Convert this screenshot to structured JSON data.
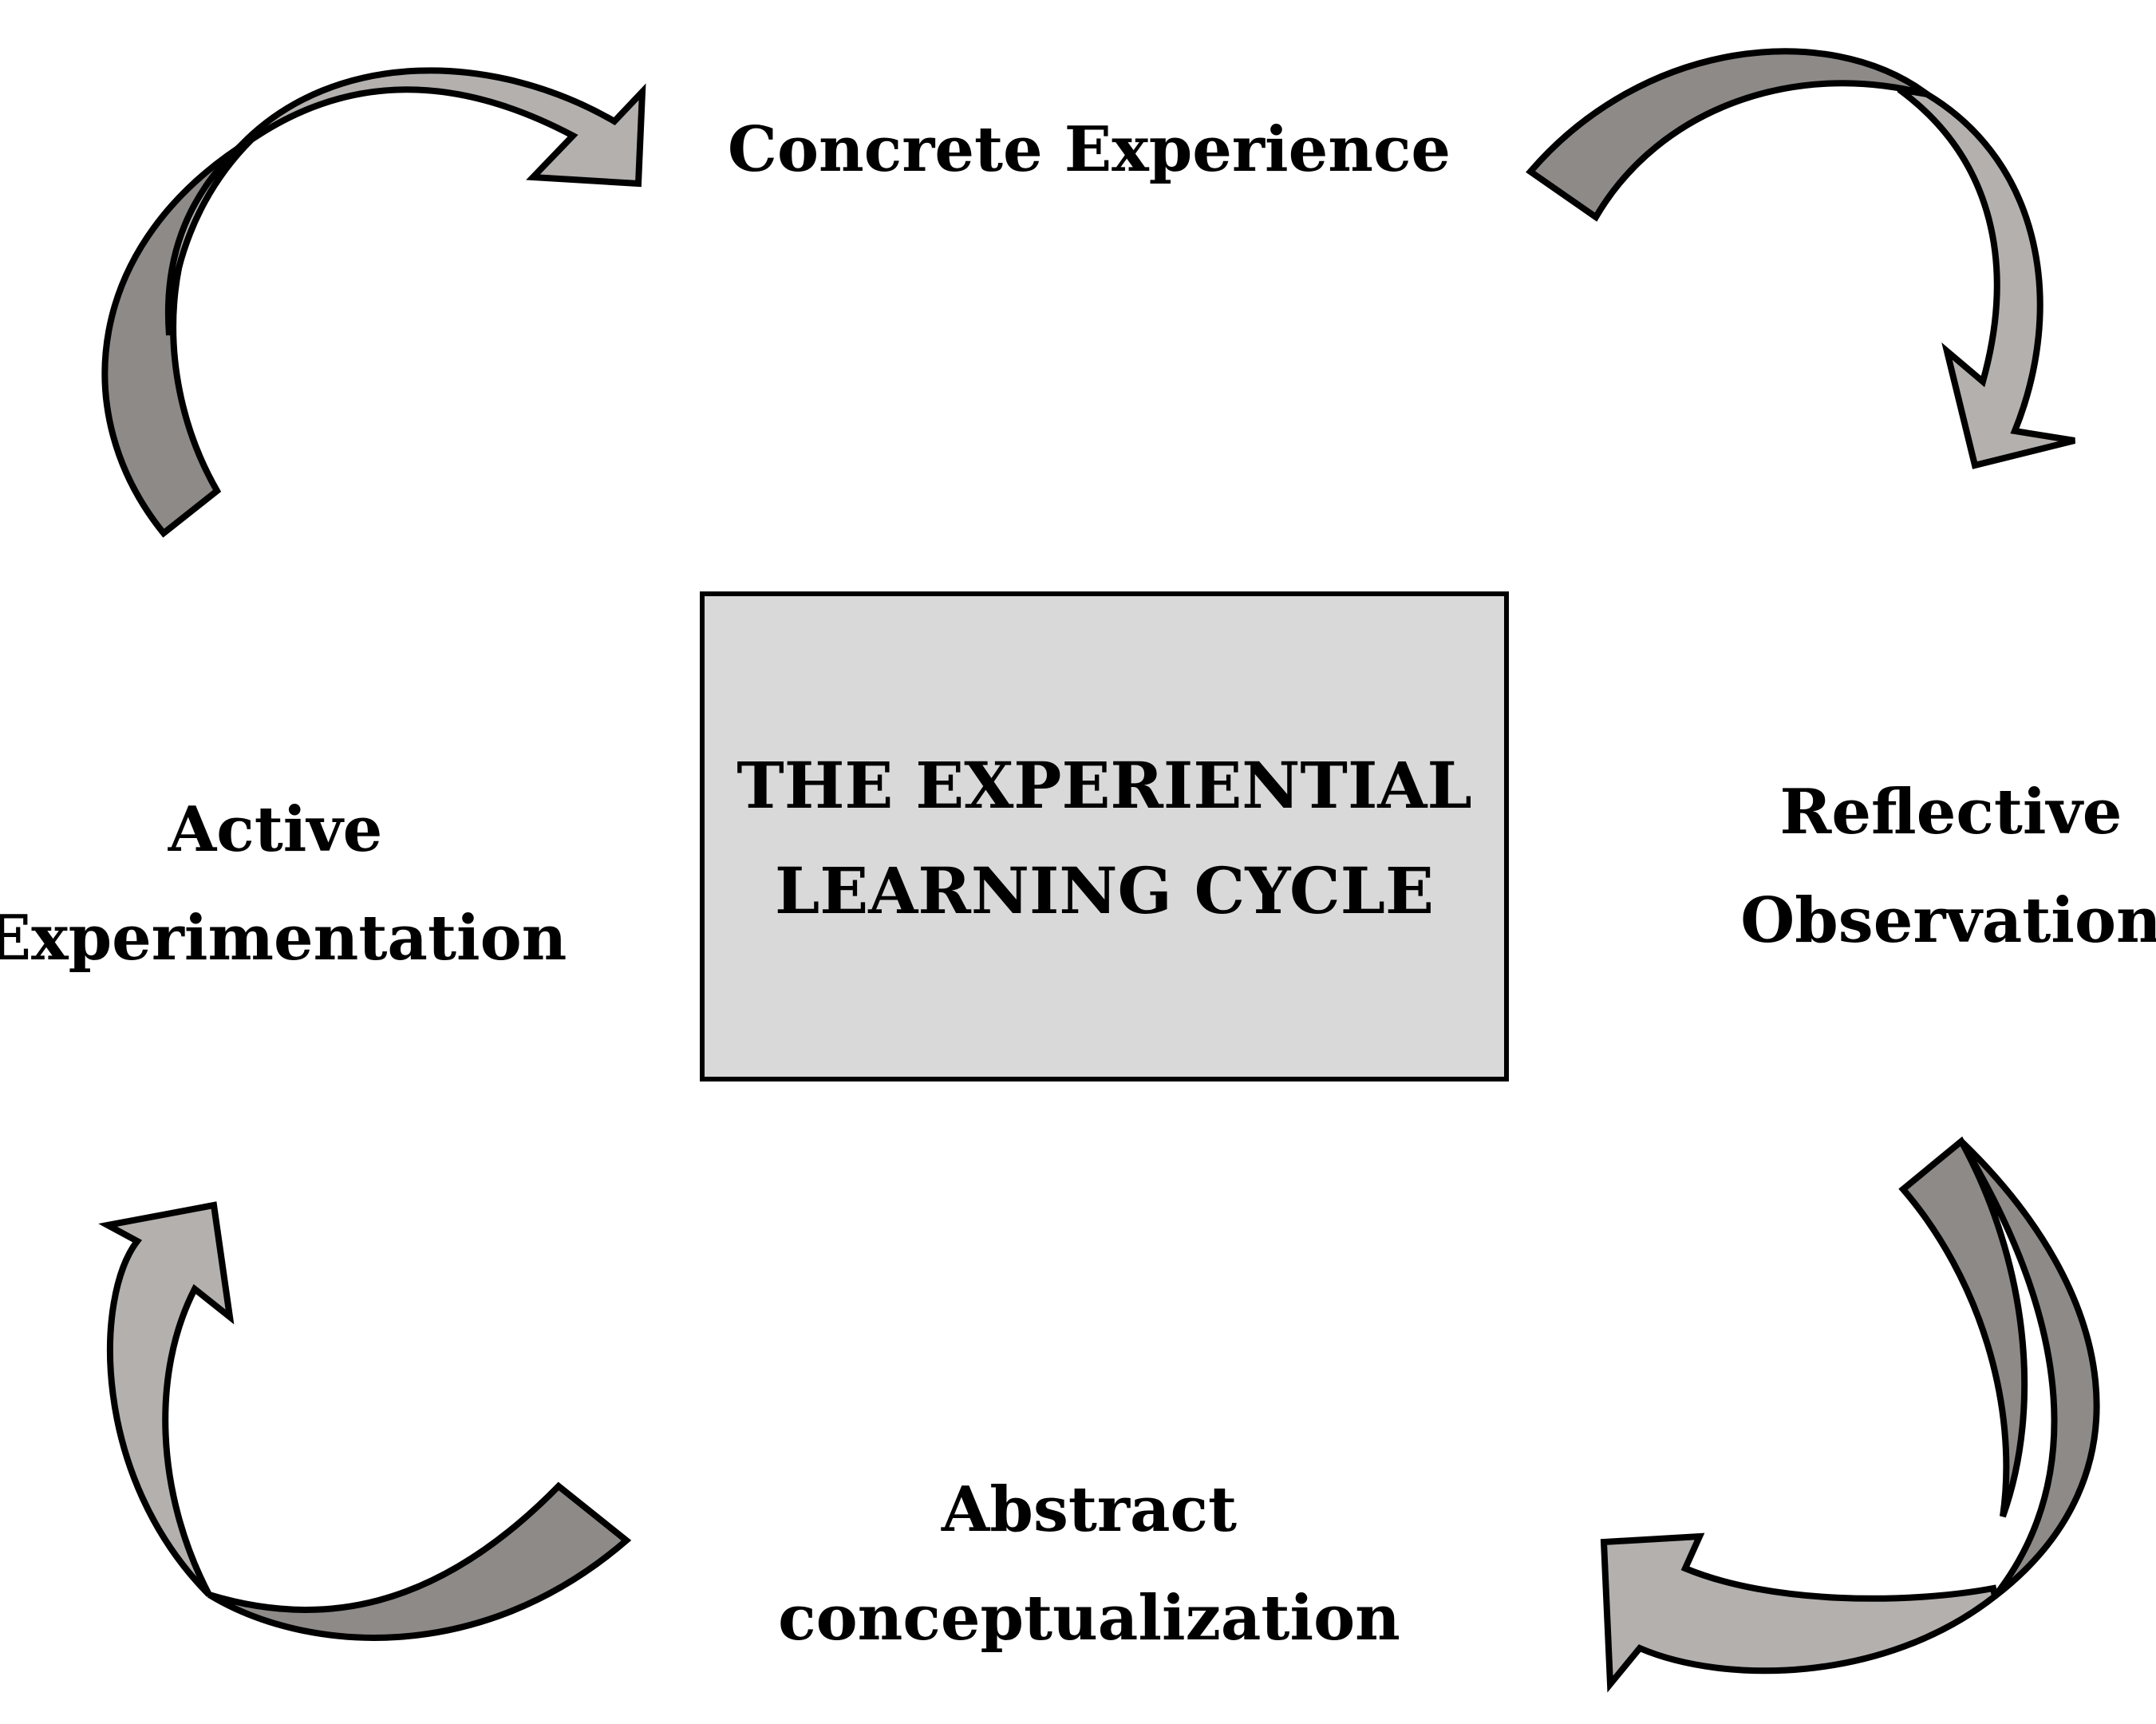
{
  "diagram": {
    "center_box": {
      "line1": "THE EXPERIENTIAL",
      "line2": "LEARNING CYCLE",
      "fill": "#d9d9d9"
    },
    "stages": {
      "concrete_experience": "Concrete Experience",
      "reflective_observation": {
        "line1": "Reflective",
        "line2": "Observation"
      },
      "abstract_conceptualization": {
        "line1": "Abstract",
        "line2": "conceptualization"
      },
      "active_experimentation": {
        "line1": "Active",
        "line2": "Experimentation"
      }
    },
    "arrow_colors": {
      "light": "#b3b0ae",
      "dark": "#8e8a88"
    }
  }
}
